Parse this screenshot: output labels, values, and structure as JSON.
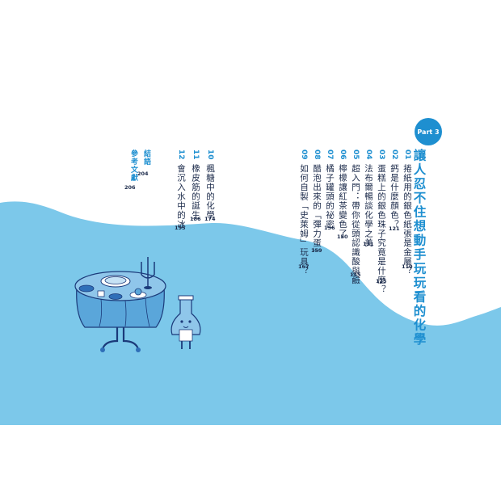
{
  "part": {
    "badge": "Part 3",
    "title": "讓人忍不住想動手玩玩看的化學"
  },
  "chapters": [
    {
      "num": "01",
      "title": "捲紙用的銀色紙張是金屬？",
      "page": "110"
    },
    {
      "num": "02",
      "title": "鈣是什麼顏色？",
      "page": "121"
    },
    {
      "num": "03",
      "title": "蛋糕上的銀色珠子究竟是什麼？",
      "page": "125"
    },
    {
      "num": "04",
      "title": "法布爾暢談化學之美",
      "page": "131"
    },
    {
      "num": "05",
      "title": "超入門：帶你從頭認識酸與鹼",
      "page": "145"
    },
    {
      "num": "06",
      "title": "檸檬讓紅茶變色了",
      "page": "150"
    },
    {
      "num": "07",
      "title": "橘子罐頭的祕密",
      "page": "156"
    },
    {
      "num": "08",
      "title": "醋泡出來的「彈力蛋」",
      "page": "159"
    },
    {
      "num": "09",
      "title": "如何自製「史萊姆」玩具？",
      "page": "167"
    },
    {
      "num": "10",
      "title": "楓糖中的化學",
      "page": "174"
    },
    {
      "num": "11",
      "title": "橡皮筋的誕生",
      "page": "186"
    },
    {
      "num": "12",
      "title": "會沉入水中的冰",
      "page": "195"
    }
  ],
  "back_matter": [
    {
      "title": "結語",
      "page": "204"
    },
    {
      "title": "參考文獻",
      "page": "206"
    }
  ],
  "colors": {
    "accent": "#1e8fd0",
    "wave": "#7cc8ea",
    "text": "#1b2a4a"
  },
  "illustration": {
    "icon": "tea-party-table-and-flask-character-illustration"
  }
}
